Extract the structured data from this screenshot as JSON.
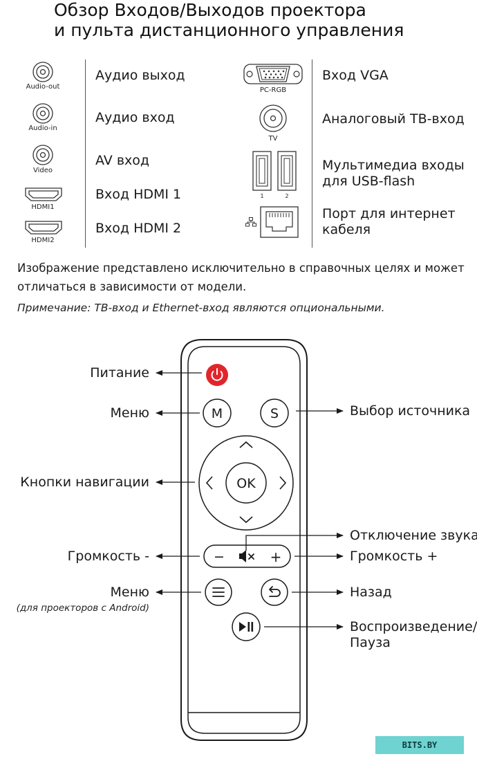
{
  "title": {
    "line1": "Обзор Входов/Выходов проектора",
    "line2": "и пульта дистанционного управления"
  },
  "ports_left": [
    {
      "caption": "Audio-out",
      "label": "Аудио выход",
      "icon": "audio-jack-icon"
    },
    {
      "caption": "Audio-in",
      "label": "Аудио вход",
      "icon": "audio-jack-icon"
    },
    {
      "caption": "Video",
      "label": "AV вход",
      "icon": "video-jack-icon"
    },
    {
      "caption": "HDMI1",
      "label": "Вход HDMI 1",
      "icon": "hdmi-port-icon"
    },
    {
      "caption": "HDMI2",
      "label": "Вход HDMI 2",
      "icon": "hdmi-port-icon"
    }
  ],
  "ports_right": [
    {
      "caption": "PC-RGB",
      "label": "Вход VGA",
      "icon": "vga-port-icon"
    },
    {
      "caption": "TV",
      "label": "Аналоговый ТВ-вход",
      "icon": "tv-coax-icon"
    },
    {
      "captions": [
        "1",
        "2"
      ],
      "label_line1": "Мультимедиа входы",
      "label_line2": "для USB-flash",
      "icon": "usb-port-icon"
    },
    {
      "label_line1": "Порт для интернет",
      "label_line2": "кабеля",
      "icon": "ethernet-port-icon"
    }
  ],
  "disclaimer": {
    "line1": "Изображение представлено исключительно в справочных целях и может",
    "line2": "отличаться в зависимости от модели."
  },
  "note": "Примечание: ТВ-вход и Ethernet-вход являются опциональными.",
  "remote": {
    "labels": {
      "power": "Питание",
      "menu": "Меню",
      "source": "Выбор источника",
      "navigation": "Кнопки навигации",
      "mute": "Отключение звука",
      "volume_down": "Громкость -",
      "volume_up": "Громкость +",
      "android_menu": "Меню",
      "android_menu_sub": "(для проекторов с Android)",
      "back": "Назад",
      "play_line1": "Воспроизведение/",
      "play_line2": "Пауза"
    },
    "buttons": {
      "menu": "M",
      "source": "S",
      "ok": "OK",
      "vol_minus": "−",
      "vol_plus": "+"
    },
    "colors": {
      "power": "#e0262d",
      "outline": "#1a1a1a"
    }
  },
  "watermark": "BITS.BY"
}
